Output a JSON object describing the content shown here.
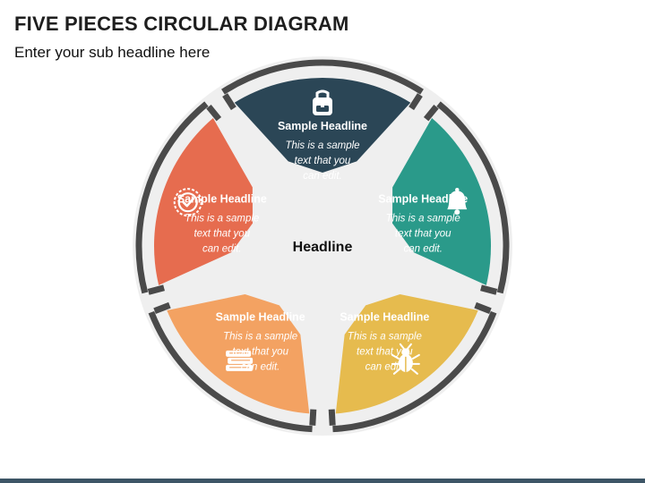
{
  "title": "FIVE PIECES CIRCULAR DIAGRAM",
  "subtitle": "Enter your sub headline here",
  "center_label": "Headline",
  "segments": [
    {
      "headline": "Sample Headline",
      "text": [
        "This is a sample",
        "text that you",
        "can edit."
      ],
      "color": "#2b4656",
      "icon": "backpack-icon"
    },
    {
      "headline": "Sample Headline",
      "text": [
        "This is a sample",
        "text that you",
        "can edit."
      ],
      "color": "#2a9a8a",
      "icon": "bell-icon"
    },
    {
      "headline": "Sample Headline",
      "text": [
        "This is a sample",
        "text that you",
        "can edit."
      ],
      "color": "#e6bb4e",
      "icon": "bug-icon"
    },
    {
      "headline": "Sample Headline",
      "text": [
        "This is a sample",
        "text that you",
        "can edit."
      ],
      "color": "#f3a262",
      "icon": "books-icon"
    },
    {
      "headline": "Sample Headline",
      "text": [
        "This is a sample",
        "text that you",
        "can edit."
      ],
      "color": "#e66c4f",
      "icon": "badge-check-icon"
    }
  ],
  "colors": {
    "ring": "#4a4a4a",
    "ring_bg": "#efefef",
    "accent_bar": "#3d5566"
  }
}
